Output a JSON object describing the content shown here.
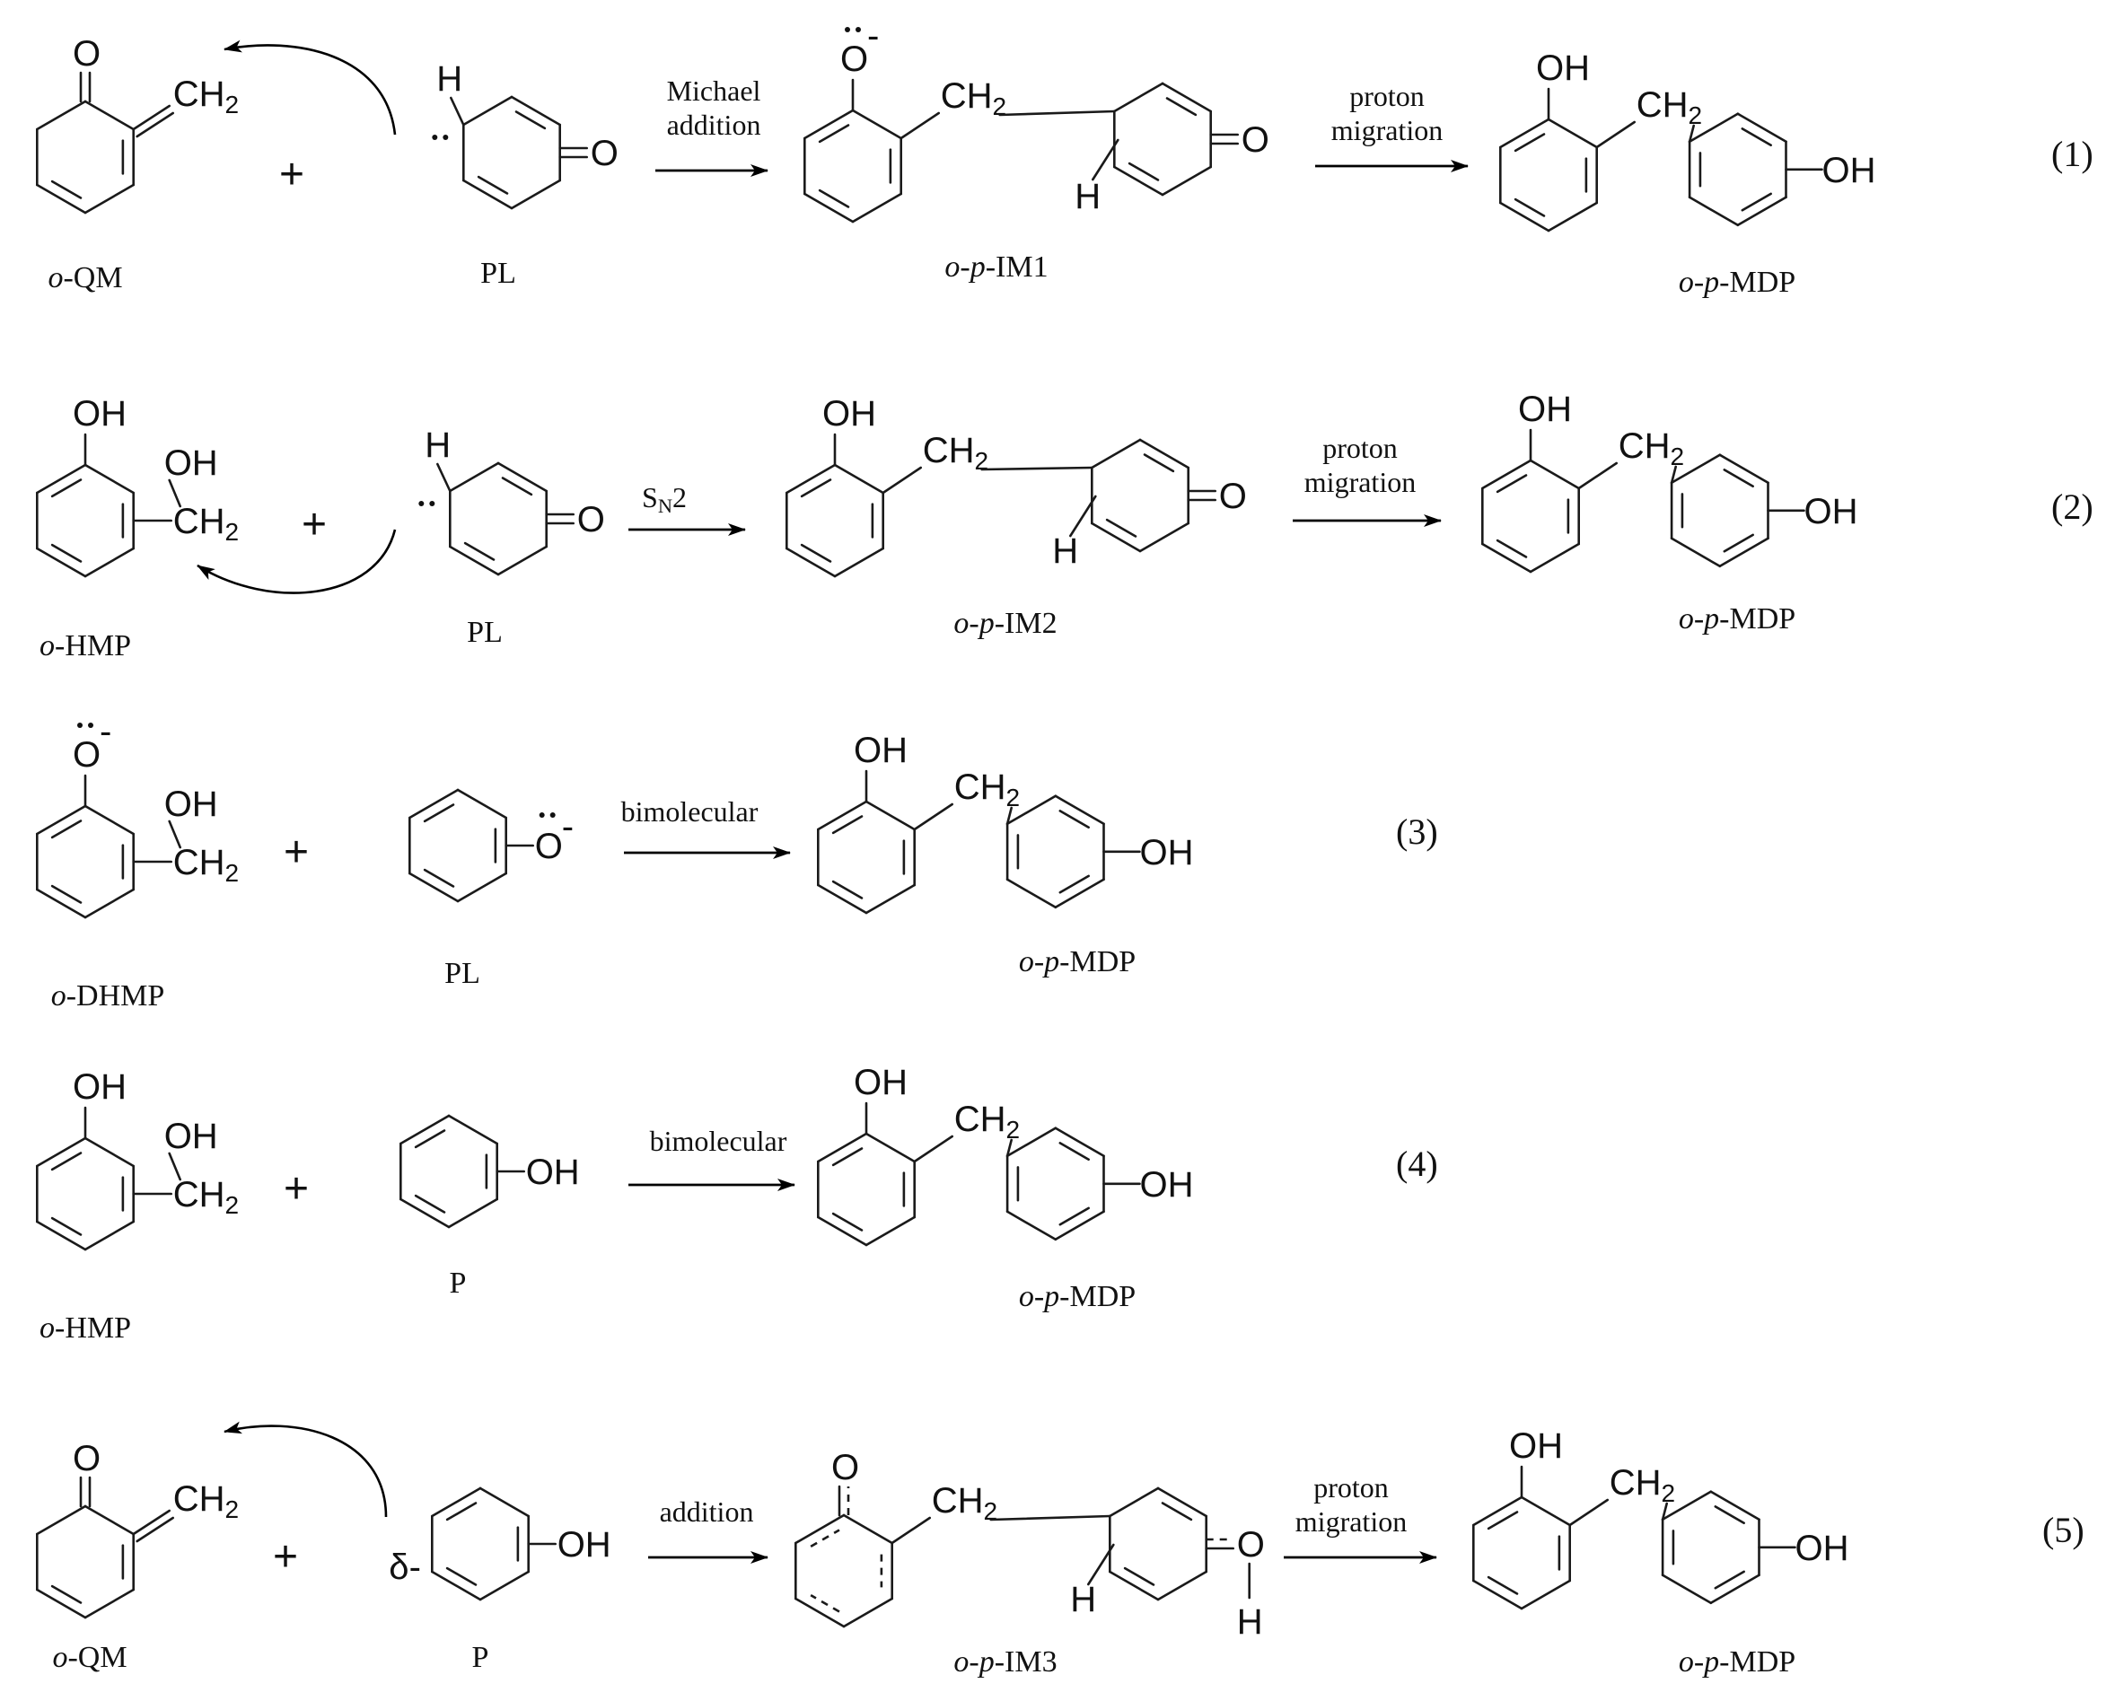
{
  "atoms": {
    "O": "O",
    "OH": "OH",
    "H": "H",
    "CH": "CH",
    "two": "2",
    "O_anion": "O",
    "minus": "-",
    "delta_minus": "δ-",
    "N": "N"
  },
  "lone_pair": "..",
  "plus": "+",
  "reactions": [
    {
      "number": "(1)",
      "reactant_a": "o-QM",
      "reactant_b": "PL",
      "arrow1": [
        "Michael",
        "addition"
      ],
      "intermediate": "o-p-IM1",
      "arrow2": [
        "proton",
        "migration"
      ],
      "product": "o-p-MDP"
    },
    {
      "number": "(2)",
      "reactant_a": "o-HMP",
      "reactant_b": "PL",
      "arrow1": [
        "S",
        "2"
      ],
      "intermediate": "o-p-IM2",
      "arrow2": [
        "proton",
        "migration"
      ],
      "product": "o-p-MDP"
    },
    {
      "number": "(3)",
      "reactant_a": "o-DHMP",
      "reactant_b": "PL",
      "arrow1": [
        "bimolecular"
      ],
      "product": "o-p-MDP"
    },
    {
      "number": "(4)",
      "reactant_a": "o-HMP",
      "reactant_b": "P",
      "arrow1": [
        "bimolecular"
      ],
      "product": "o-p-MDP"
    },
    {
      "number": "(5)",
      "reactant_a": "o-QM",
      "reactant_b": "P",
      "arrow1": [
        "addition"
      ],
      "intermediate": "o-p-IM3",
      "arrow2": [
        "proton",
        "migration"
      ],
      "product": "o-p-MDP"
    }
  ]
}
